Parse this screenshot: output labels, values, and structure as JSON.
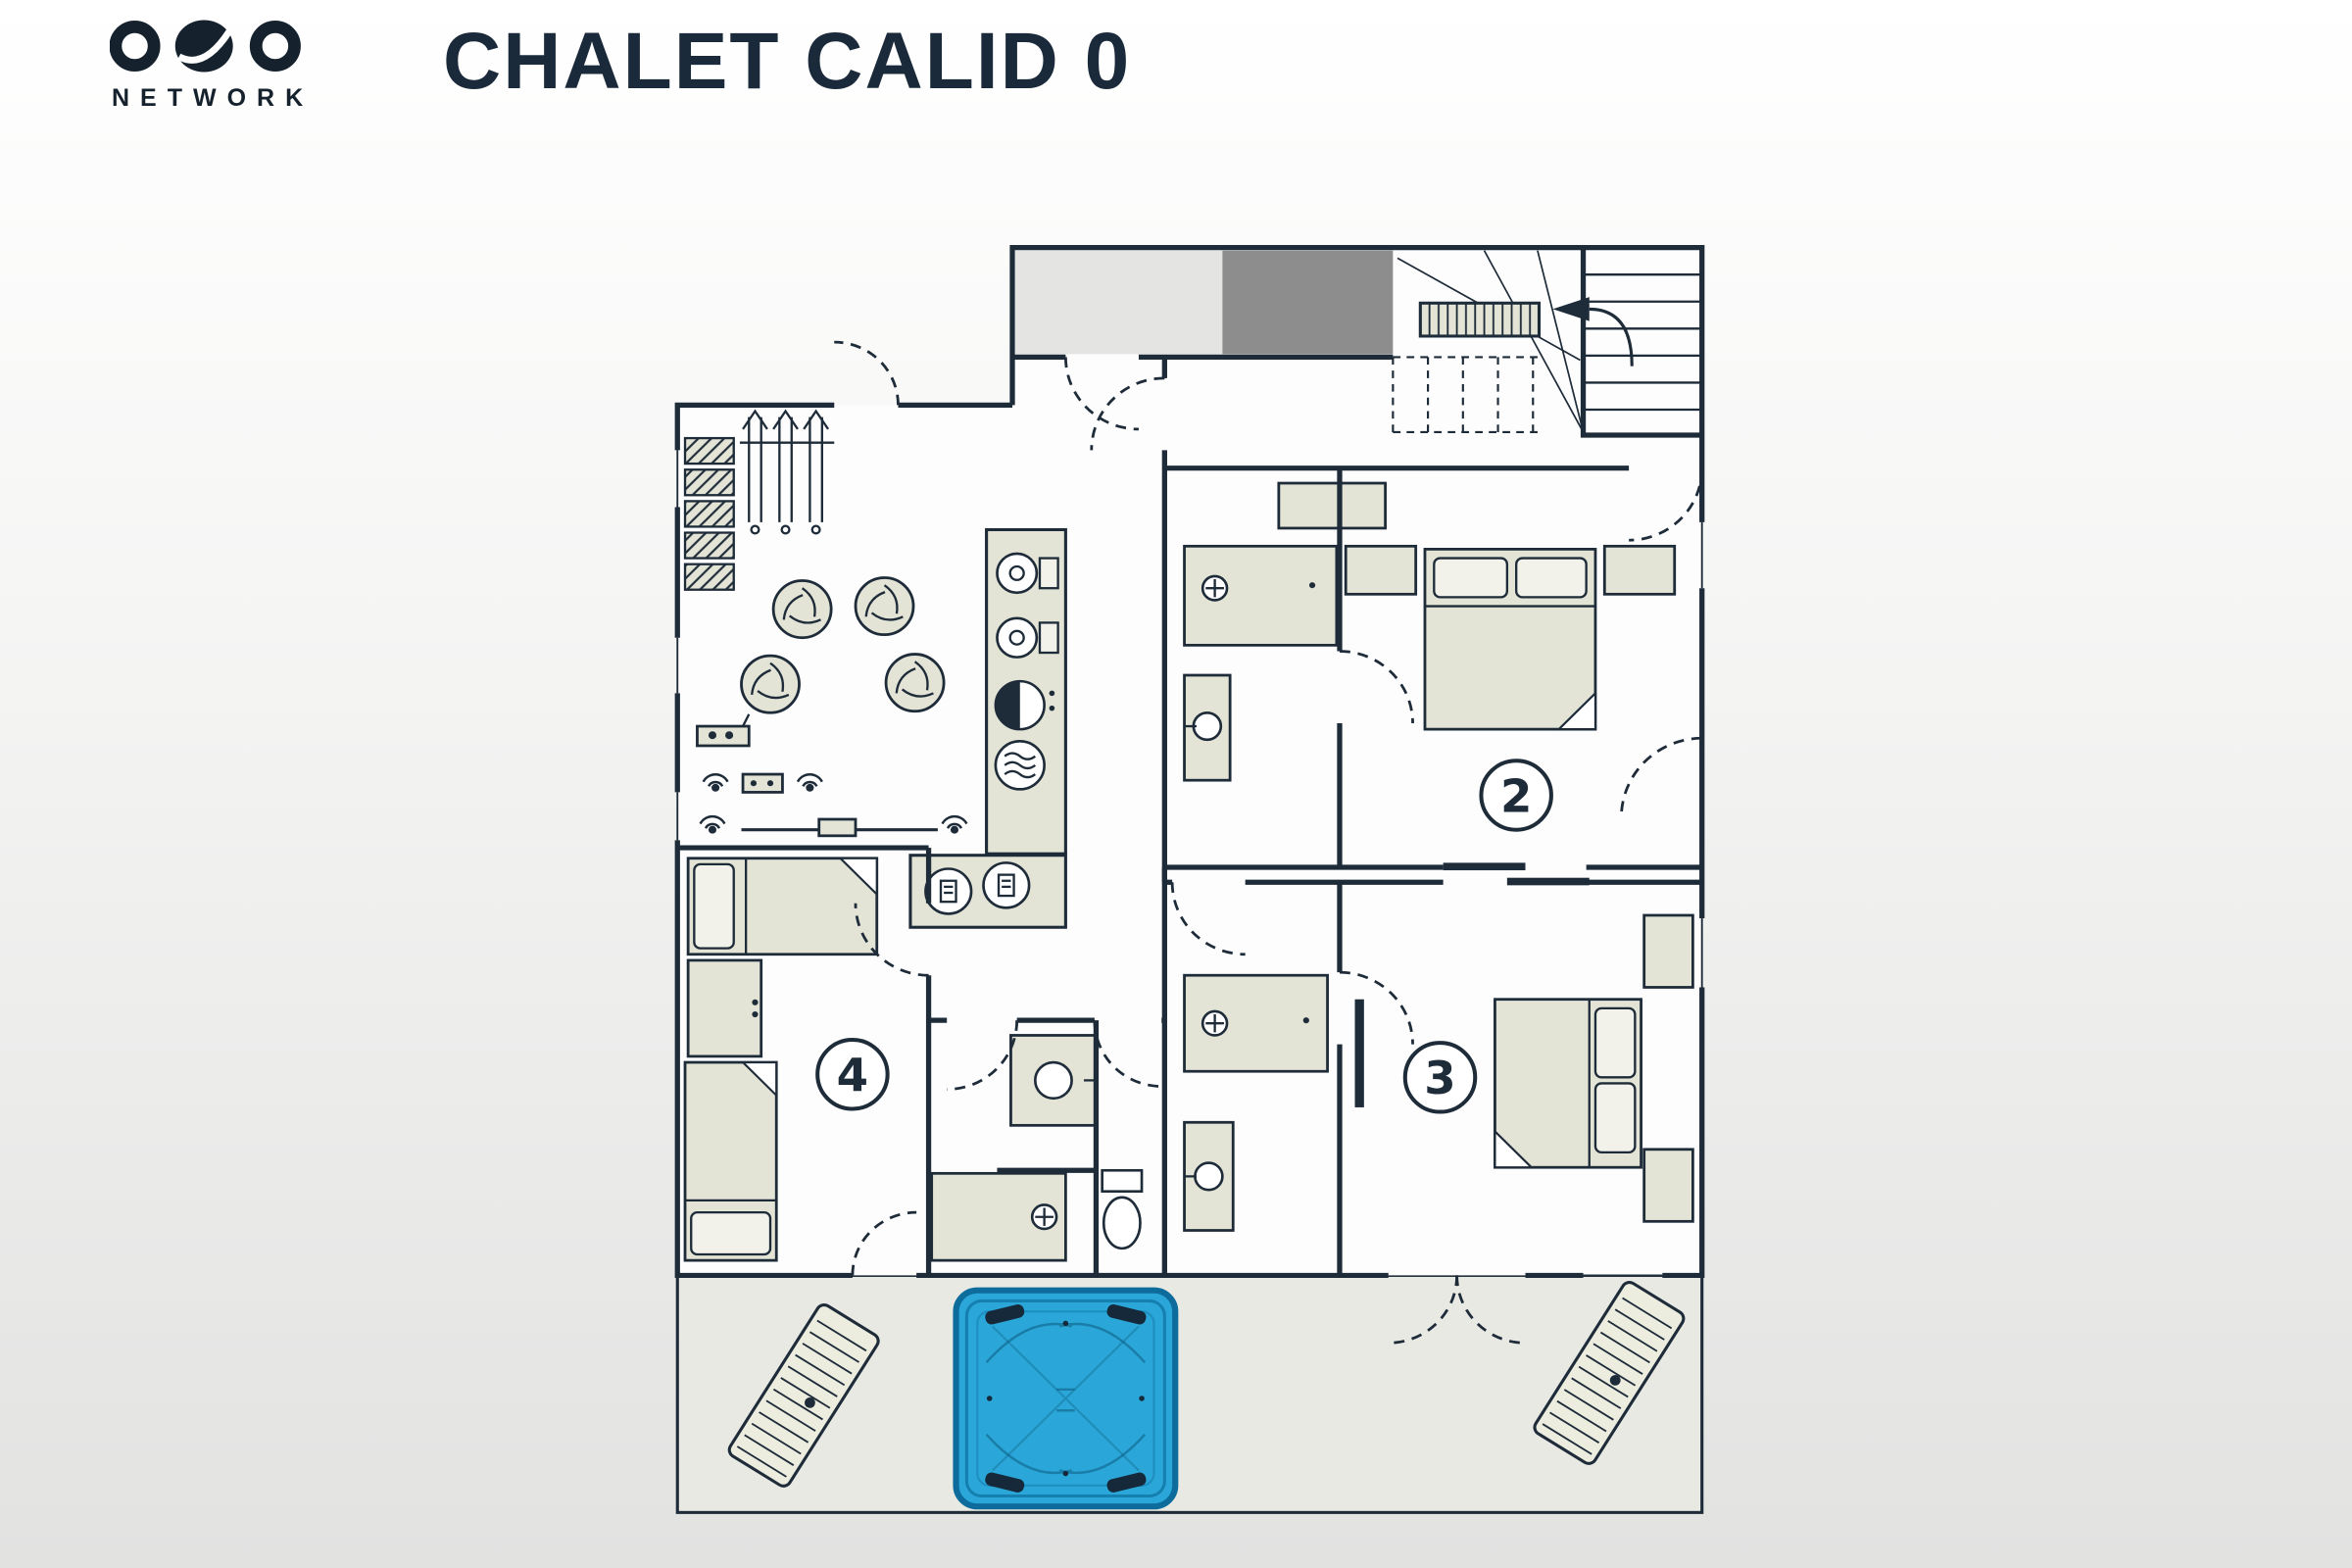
{
  "header": {
    "logo_text": "NETWORK",
    "title": "CHALET CALID 0"
  },
  "floorplan": {
    "rooms": [
      {
        "id": "bedroom-2",
        "label": "2"
      },
      {
        "id": "bedroom-3",
        "label": "3"
      },
      {
        "id": "bedroom-4",
        "label": "4"
      }
    ],
    "icons": [
      "staircase",
      "up-arrow",
      "bench",
      "ski-rack",
      "skis",
      "fan-stool",
      "boot-dryer",
      "sprinkler",
      "water-heater",
      "washing-machine",
      "tumble-dryer",
      "meter",
      "shower",
      "washbasin",
      "toilet",
      "double-bed",
      "single-bed",
      "nightstand",
      "wardrobe",
      "tv",
      "sliding-door",
      "hot-tub",
      "sun-lounger",
      "terrace"
    ],
    "colors": {
      "wall": "#1e2b39",
      "furniture": "#e4e4d6",
      "furniture_light": "#f2f2ea",
      "terrace": "#e9e9e4",
      "entrance_light": "#e4e4e2",
      "entrance_dark": "#8d8d8d",
      "hot_tub": "#2aa7d8",
      "hot_tub_border": "#0d6c9c",
      "hot_tub_dark": "#15293a",
      "bg_top": "#ffffff",
      "bg_bottom": "#e2e2e1"
    }
  }
}
